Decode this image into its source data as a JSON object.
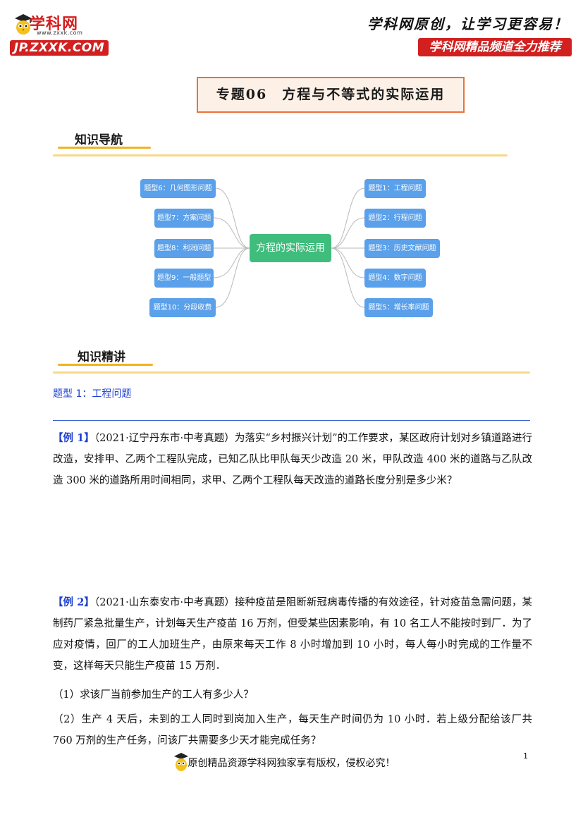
{
  "header": {
    "logo_cn": "学科网",
    "logo_url": "www.zxxk.com",
    "logo_badge": "JP.ZXXK.COM",
    "slogan": "学科网原创，让学习更容易！",
    "recommend": "学科网精品频道全力推荐"
  },
  "title": "专题06　方程与不等式的实际运用",
  "nav_title": "知识导航",
  "mindmap": {
    "center": "方程的实际运用",
    "right_nodes": [
      "题型1：工程问题",
      "题型2：行程问题",
      "题型3：历史文献问题",
      "题型4：数字问题",
      "题型5：增长率问题"
    ],
    "left_nodes": [
      "题型6：几何图形问题",
      "题型7：方案问题",
      "题型8：利润问题",
      "题型9：一般题型",
      "题型10：分段收费"
    ],
    "colors": {
      "center": "#3fbd7c",
      "node": "#5aa0ea",
      "link": "#b9b9b9"
    }
  },
  "detail_title": "知识精讲",
  "type1": "题型 1：工程问题",
  "example1": {
    "label": "【例 1】",
    "text": "（2021·辽宁丹东市·中考真题）为落实“乡村振兴计划”的工作要求，某区政府计划对乡镇道路进行改造，安排甲、乙两个工程队完成，已知乙队比甲队每天少改造 20 米，甲队改造 400 米的道路与乙队改造 300 米的道路所用时间相同，求甲、乙两个工程队每天改造的道路长度分别是多少米？"
  },
  "example2": {
    "label": "【例 2】",
    "text": "（2021·山东泰安市·中考真题）接种疫苗是阻断新冠病毒传播的有效途径，针对疫苗急需问题，某制药厂紧急批量生产，计划每天生产疫苗 16 万剂，但受某些因素影响，有 10 名工人不能按时到厂．为了应对疫情，回厂的工人加班生产，由原来每天工作 8 小时增加到 10 小时，每人每小时完成的工作量不变，这样每天只能生产疫苗 15 万剂．",
    "q1": "（1）求该厂当前参加生产的工人有多少人？",
    "q2": "（2）生产 4 天后，未到的工人同时到岗加入生产，每天生产时间仍为 10 小时．若上级分配给该厂共 760 万剂的生产任务，问该厂共需要多少天才能完成任务？"
  },
  "page_number": "1",
  "footer": "原创精品资源学科网独家享有版权，侵权必究！"
}
